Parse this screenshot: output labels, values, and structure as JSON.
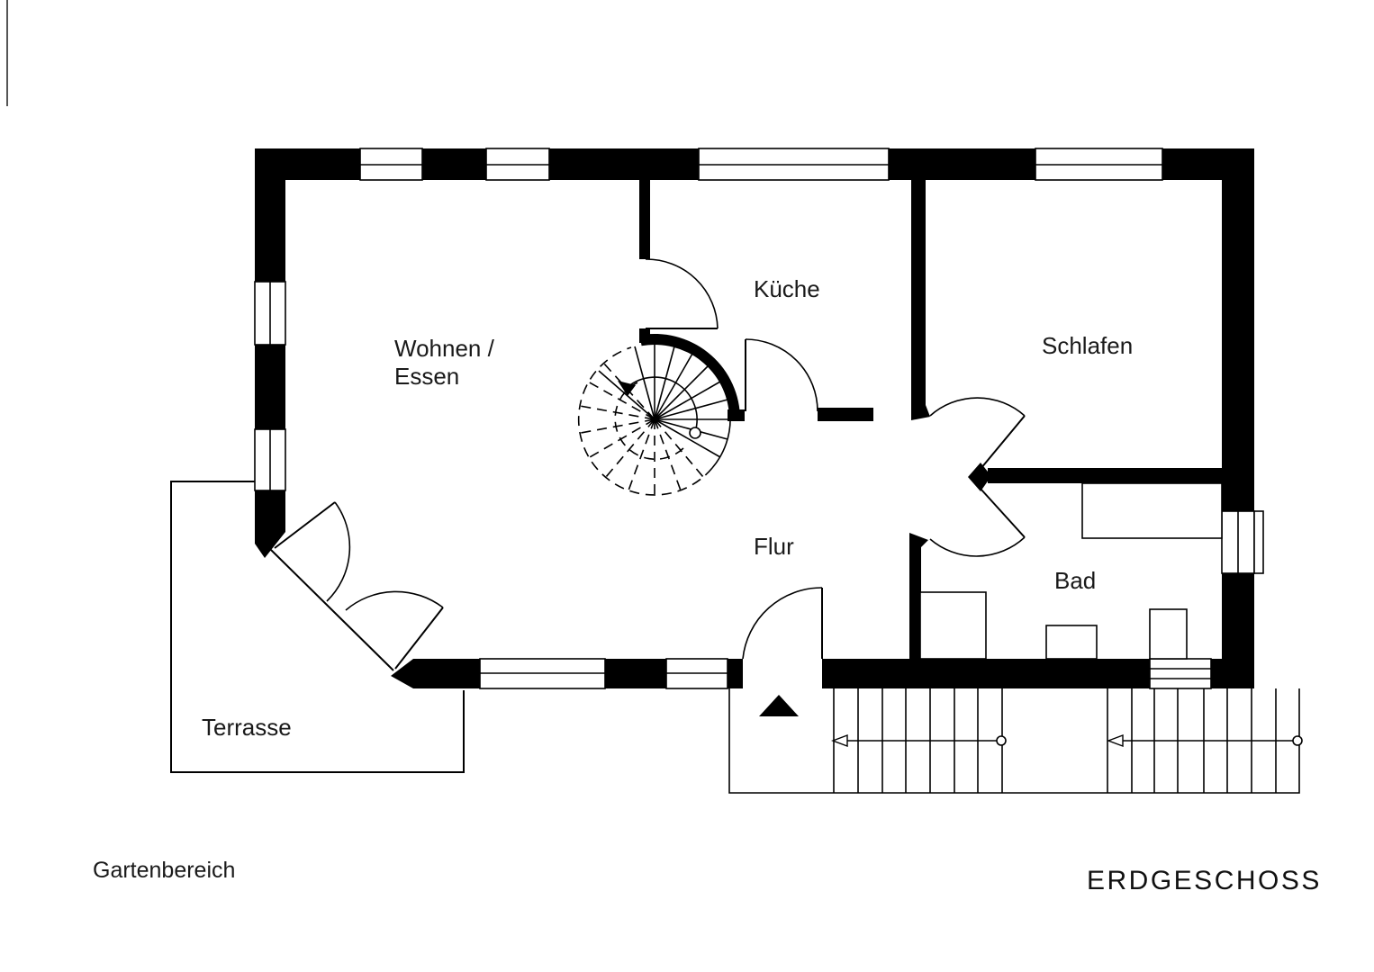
{
  "document": {
    "floor_title": "ERDGESCHOSS"
  },
  "rooms": {
    "wohnen_essen": {
      "line1": "Wohnen /",
      "line2": "Essen"
    },
    "kueche": "Küche",
    "schlafen": "Schlafen",
    "flur": "Flur",
    "bad": "Bad"
  },
  "outdoor": {
    "terrasse": "Terrasse",
    "gartenbereich": "Gartenbereich"
  },
  "colors": {
    "wall": "#000000",
    "background": "#ffffff",
    "text": "#1a1a1a"
  }
}
